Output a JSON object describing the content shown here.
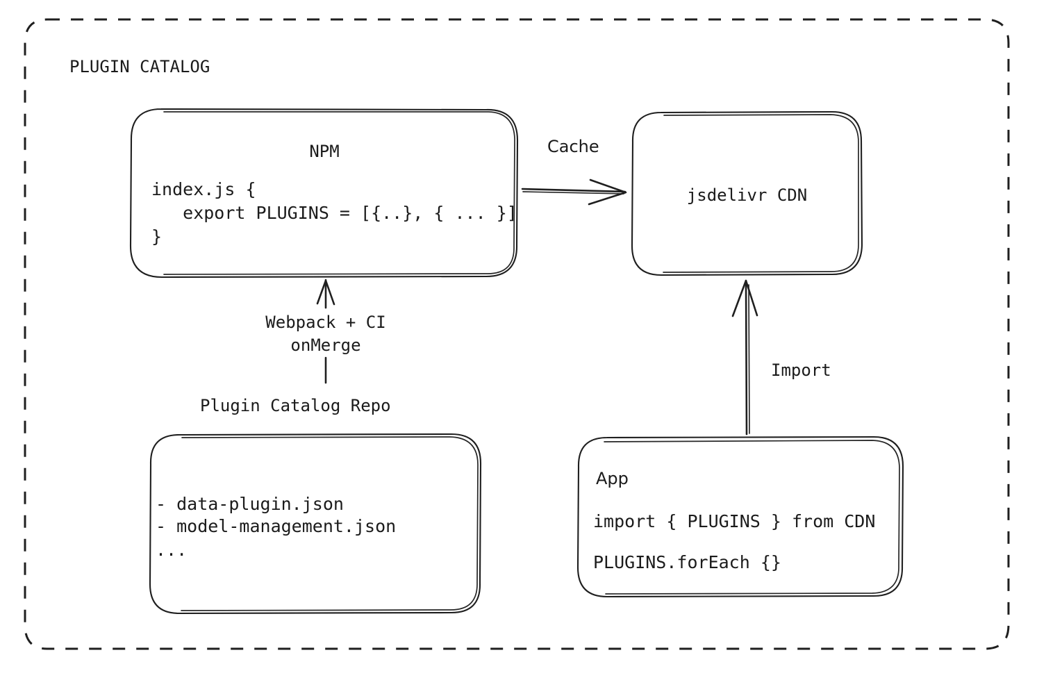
{
  "diagram": {
    "title": "PLUGIN CATALOG",
    "nodes": {
      "npm": {
        "label": "NPM",
        "code_lines": [
          "index.js {",
          "   export PLUGINS = [{..}, { ... }]",
          "}"
        ]
      },
      "cdn": {
        "label": "jsdelivr CDN"
      },
      "repo": {
        "caption": "Plugin Catalog Repo",
        "items": [
          "- data-plugin.json",
          "- model-management.json",
          "..."
        ]
      },
      "app": {
        "label": "App",
        "code_lines": [
          "import { PLUGINS } from CDN",
          "PLUGINS.forEach {}"
        ]
      }
    },
    "edges": {
      "cache": {
        "label": "Cache"
      },
      "build": {
        "label_line1": "Webpack + CI",
        "label_line2": "onMerge"
      },
      "import": {
        "label": "Import"
      }
    },
    "colors": {
      "ink": "#1f1f1f",
      "background": "#ffffff"
    }
  }
}
